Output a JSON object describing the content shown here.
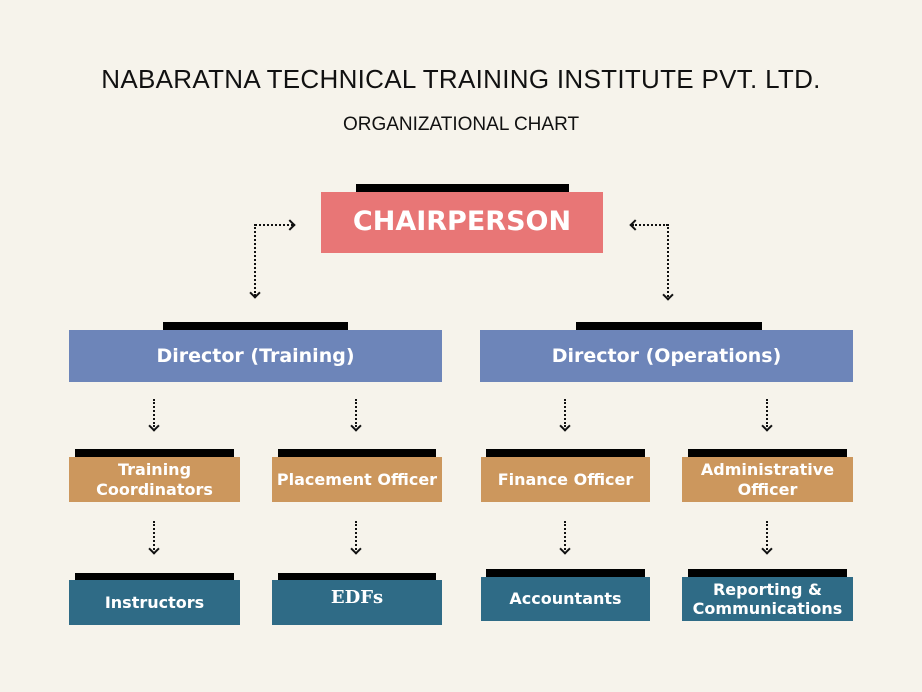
{
  "header": {
    "title": "NABARATNA TECHNICAL TRAINING INSTITUTE PVT. LTD.",
    "subtitle": "ORGANIZATIONAL CHART"
  },
  "colors": {
    "background": "#f6f3eb",
    "chairperson": "#e87676",
    "director": "#6d85b9",
    "officer": "#cc975d",
    "staff": "#2f6b86"
  },
  "chart": {
    "chairperson": "CHAIRPERSON",
    "directors": [
      "Director (Training)",
      "Director (Operations)"
    ],
    "officers": [
      "Training Coordinators",
      "Placement Officer",
      "Finance Officer",
      "Administrative Officer"
    ],
    "staff": [
      "Instructors",
      "EDFs",
      "Accountants",
      "Reporting & Communications"
    ]
  }
}
